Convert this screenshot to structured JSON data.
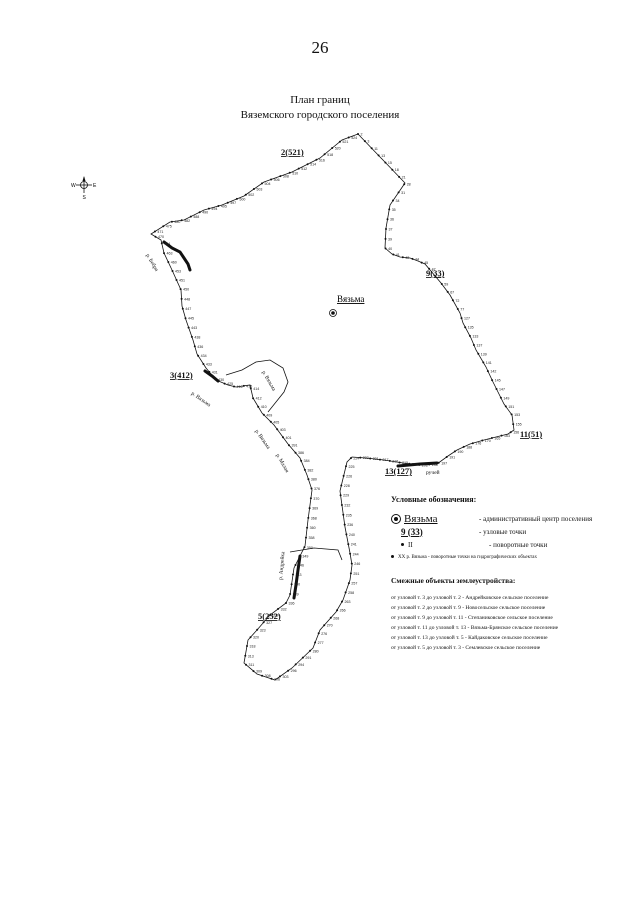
{
  "page_number": "26",
  "title": {
    "line1": "План границ",
    "line2": "Вяземского городского поселения"
  },
  "compass": {
    "west": "W",
    "east": "E",
    "south": "S"
  },
  "center": {
    "name": "Вязьма"
  },
  "node_labels": [
    {
      "id": "n2",
      "label": "2(521)"
    },
    {
      "id": "n3",
      "label": "3(412)"
    },
    {
      "id": "n5",
      "label": "5(232)"
    },
    {
      "id": "n9",
      "label": "9(33)"
    },
    {
      "id": "n11",
      "label": "11(51)"
    },
    {
      "id": "n13",
      "label": "13(127)"
    }
  ],
  "rivers": [
    {
      "id": "r1",
      "label": "р. Бебря"
    },
    {
      "id": "r2",
      "label": "р. Вязьма"
    },
    {
      "id": "r3",
      "label": "р. Вязьма"
    },
    {
      "id": "r4",
      "label": "р. Вязьма"
    },
    {
      "id": "r5",
      "label": "р. Малая"
    },
    {
      "id": "r6",
      "label": "р. Андрейка"
    },
    {
      "id": "r7",
      "label": "ручей"
    }
  ],
  "point_labels": [
    "2",
    "3",
    "11",
    "13",
    "15",
    "18",
    "21",
    "28",
    "31",
    "34",
    "35",
    "36",
    "37",
    "39",
    "40",
    "41",
    "42",
    "44",
    "45",
    "47",
    "51",
    "59",
    "67",
    "72",
    "77",
    "127",
    "135",
    "133",
    "137",
    "139",
    "141",
    "142",
    "145",
    "147",
    "149",
    "151",
    "153",
    "155",
    "156",
    "163",
    "165",
    "170",
    "176",
    "188",
    "190",
    "191",
    "197",
    "198",
    "208",
    "209",
    "215",
    "216",
    "217",
    "221",
    "222",
    "224",
    "225",
    "226",
    "228",
    "229",
    "232",
    "235",
    "236",
    "240",
    "241",
    "244",
    "246",
    "251",
    "257",
    "258",
    "263",
    "266",
    "268",
    "270",
    "276",
    "277",
    "280",
    "291",
    "294",
    "296",
    "303",
    "306",
    "308",
    "309",
    "311",
    "313",
    "318",
    "320",
    "323",
    "327",
    "329",
    "332",
    "336",
    "339",
    "340",
    "343",
    "346",
    "349",
    "350",
    "358",
    "360",
    "368",
    "369",
    "370",
    "376",
    "380",
    "382",
    "384",
    "386",
    "391",
    "401",
    "403",
    "405",
    "409",
    "410",
    "412",
    "414",
    "415",
    "416",
    "425",
    "430",
    "431",
    "433",
    "434",
    "436",
    "438",
    "443",
    "445",
    "447",
    "448",
    "450",
    "451",
    "453",
    "460",
    "463",
    "464",
    "470",
    "471",
    "475",
    "480",
    "482",
    "488",
    "490",
    "494",
    "495",
    "497",
    "500",
    "502",
    "503",
    "504",
    "506",
    "508",
    "510",
    "512",
    "514",
    "516",
    "518",
    "520",
    "521",
    "524"
  ],
  "legend": {
    "title": "Условные обозначения:",
    "items": [
      {
        "symbol": "Вязьма",
        "desc": "- административный центр поселения"
      },
      {
        "symbol": "9 (33)",
        "desc": "- узловые точки"
      },
      {
        "symbol": "II",
        "desc": "- поворотные точки"
      },
      {
        "symbol": "ХХ р. Вязьма",
        "desc": "- поворотные точки на гидрографических объектах"
      }
    ]
  },
  "adjacent": {
    "title": "Смежные объекты землеустройства:",
    "rows": [
      "от узловой т. 3 до узловой т. 2 - Андрейковское сельское поселение",
      "от узловой т. 2 до узловой т. 9 - Новосельское сельское поселение",
      "от узловой т. 9 до узловой т. 11 - Степаниковское сельское поселение",
      "от узловой т. 11 до узловой т. 13 - Вязьма-Брянское сельское поселение",
      "от узловой т. 13 до узловой т. 5 - Кайдаковское сельское поселение",
      "от узловой т. 5 до узловой т. 3 - Семлевское сельское поселение"
    ]
  }
}
